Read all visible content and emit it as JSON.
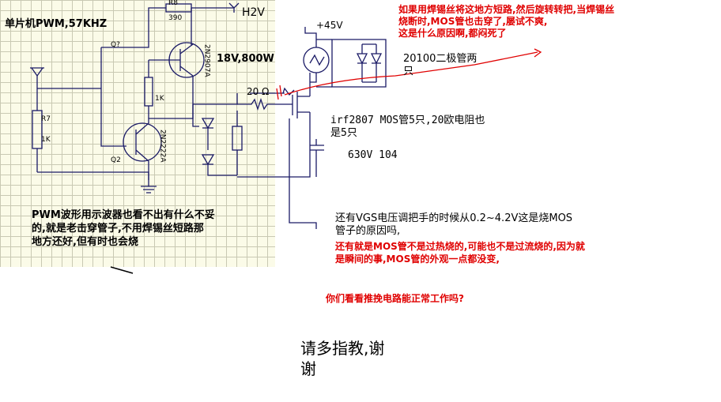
{
  "labels": {
    "mcu_pwm": "单片机PWM,57KHZ",
    "q_top": "Q?",
    "r8": "R8",
    "r8_value": "390",
    "h2v": "H2V",
    "q1_part": "2N2907A",
    "q1_rating": "18V,800W",
    "r_middle": "1K",
    "r7": "R7",
    "r7_value": "1K",
    "q2": "Q2",
    "q2_part": "2N2222A",
    "plus45v": "+45V",
    "diode_note_line1": "20100二极管两",
    "diode_note_line2": "只",
    "gate_resistor": "20 Ω",
    "mos_note_line1": "irf2807 MOS管5只,20欧电阻也",
    "mos_note_line2": "是5只",
    "cap_note": "630V 104"
  },
  "annotations": {
    "top_red_line1": "如果用焊锡丝将这地方短路,然后旋转转把,当焊锡丝",
    "top_red_line2": "烧断时,MOS管也击穿了,屡试不爽,",
    "top_red_line3": "这是什么原因啊,都闷死了",
    "pwm_note_line1": "PWM波形用示波器也看不出有什么不妥",
    "pwm_note_line2": "的,就是老击穿管子,不用焊锡丝短路那",
    "pwm_note_line3": "地方还好,但有时也会烧",
    "vgs_note_line1": "还有VGS电压调把手的时候从0.2~4.2V这是烧MOS",
    "vgs_note_line2": "管子的原因吗,",
    "heat_note_line1": "还有就是MOS管不是过热烧的,可能也不是过流烧的,因为就",
    "heat_note_line2": "是瞬间的事,MOS管的外观一点都没变,",
    "push_pull_question": "你们看看推挽电路能正常工作吗?",
    "thanks_line1": "请多指教,谢",
    "thanks_line2": "谢"
  },
  "colors": {
    "ink": "#000000",
    "red_ink": "#e00000",
    "grid_bg": "#fbfbe8",
    "grid_line": "#c9c9b3",
    "line_blue": "#1a1a66"
  }
}
